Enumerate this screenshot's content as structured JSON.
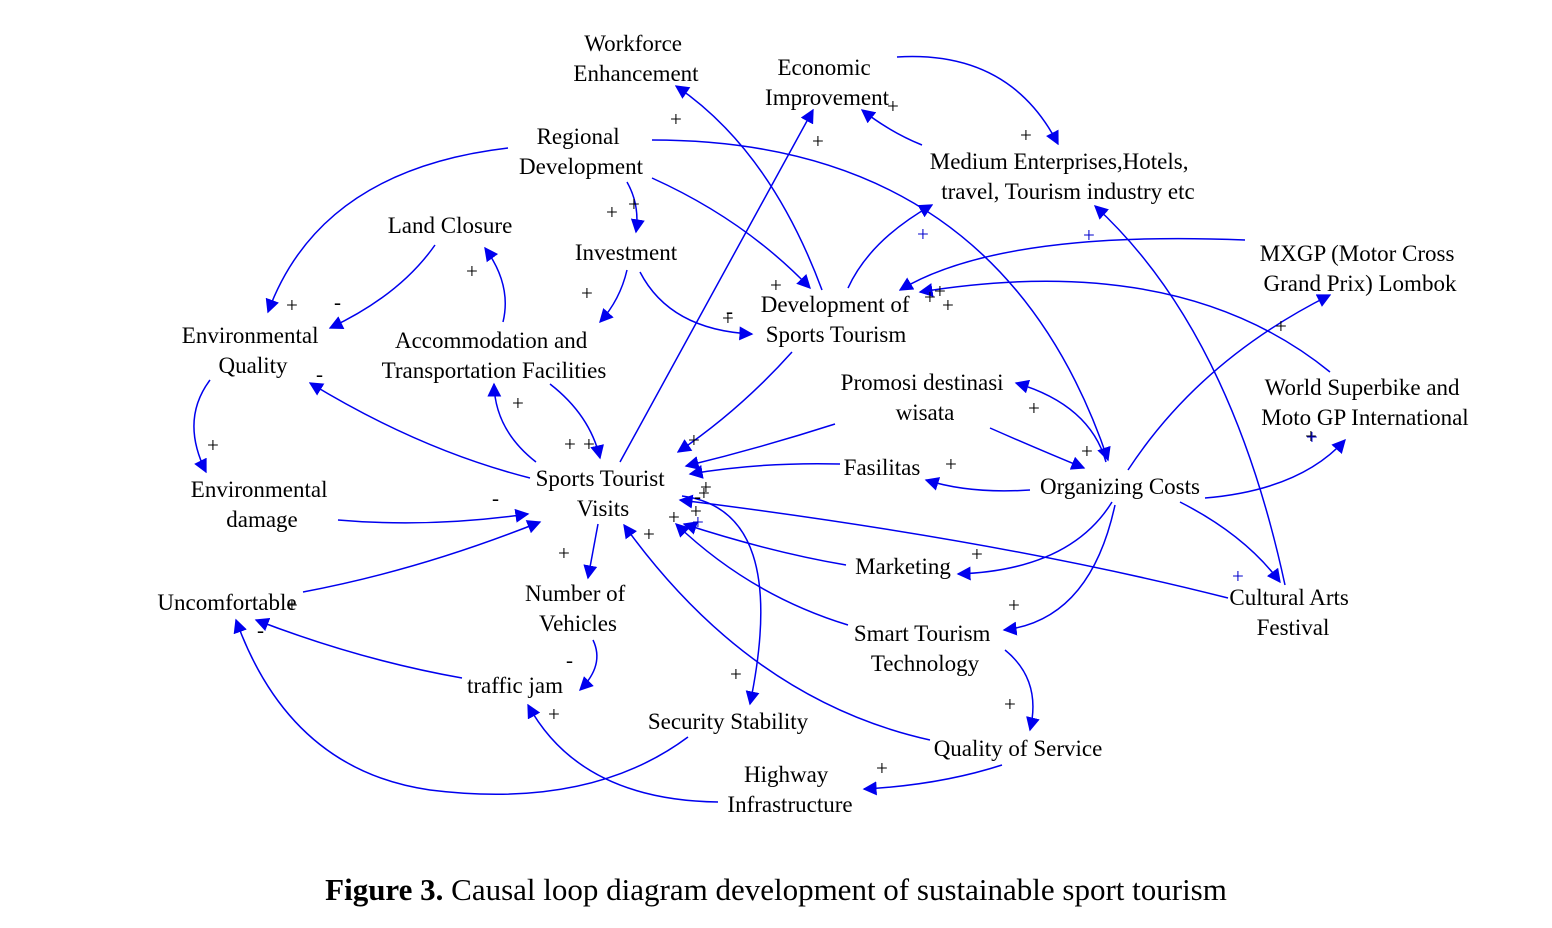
{
  "nodes": {
    "workforce": [
      "Workforce",
      "Enhancement"
    ],
    "economic": [
      "Economic",
      "Improvement"
    ],
    "regional": [
      "Regional",
      "Development"
    ],
    "medium": [
      "Medium Enterprises,Hotels,",
      "travel, Tourism industry etc"
    ],
    "land": [
      "Land Closure"
    ],
    "investment": [
      "Investment"
    ],
    "mxgp": [
      "MXGP (Motor Cross",
      "Grand Prix) Lombok"
    ],
    "devsport": [
      "Development of",
      "Sports Tourism"
    ],
    "envq": [
      "Environmental",
      "Quality"
    ],
    "accom": [
      "Accommodation and",
      "Transportation Facilities"
    ],
    "promosi": [
      "Promosi destinasi",
      "wisata"
    ],
    "wsbk": [
      "World Superbike and",
      "Moto GP International"
    ],
    "fasilitas": [
      "Fasilitas"
    ],
    "visits": [
      "Sports Tourist",
      "Visits"
    ],
    "organizing": [
      "Organizing Costs"
    ],
    "envdmg": [
      "Environmental",
      "damage"
    ],
    "marketing": [
      "Marketing"
    ],
    "cultural": [
      "Cultural Arts",
      "Festival"
    ],
    "uncomfortable": [
      "Uncomfortable"
    ],
    "vehicles": [
      "Number of",
      "Vehicles"
    ],
    "smart": [
      "Smart Tourism",
      "Technology"
    ],
    "traffic": [
      "traffic jam"
    ],
    "security": [
      "Security Stability"
    ],
    "quality": [
      "Quality of Service"
    ],
    "highway": [
      "Highway",
      "Infrastructure"
    ]
  },
  "polarities": [
    {
      "sign": "+",
      "color": "black"
    },
    {
      "sign": "+",
      "color": "black"
    },
    {
      "sign": "+",
      "color": "black"
    },
    {
      "sign": "+",
      "color": "black"
    },
    {
      "sign": "+",
      "color": "black"
    },
    {
      "sign": "+",
      "color": "blue"
    },
    {
      "sign": "+",
      "color": "blue"
    },
    {
      "sign": "+",
      "color": "black"
    },
    {
      "sign": "+",
      "color": "black"
    },
    {
      "sign": "+",
      "color": "black"
    },
    {
      "sign": "+",
      "color": "black"
    },
    {
      "sign": "+",
      "color": "black"
    },
    {
      "sign": "+",
      "color": "black"
    },
    {
      "sign": "+",
      "color": "black"
    },
    {
      "sign": "-",
      "color": "black"
    },
    {
      "sign": "+",
      "color": "black"
    },
    {
      "sign": "+",
      "color": "black"
    },
    {
      "sign": "+",
      "color": "black"
    },
    {
      "sign": "+",
      "color": "black"
    },
    {
      "sign": "+",
      "color": "black"
    },
    {
      "sign": "-",
      "color": "black"
    },
    {
      "sign": "+",
      "color": "black"
    },
    {
      "sign": "+",
      "color": "black"
    },
    {
      "sign": "+",
      "color": "black"
    },
    {
      "sign": "+",
      "color": "black"
    },
    {
      "sign": "+",
      "color": "black"
    },
    {
      "sign": "+",
      "color": "black"
    },
    {
      "sign": "+",
      "color": "blue"
    },
    {
      "sign": "+",
      "color": "black"
    },
    {
      "sign": "+",
      "color": "black"
    },
    {
      "sign": "+",
      "color": "blue"
    },
    {
      "sign": "+",
      "color": "black"
    },
    {
      "sign": "+",
      "color": "black"
    },
    {
      "sign": "-",
      "color": "black"
    },
    {
      "sign": "+",
      "color": "black"
    },
    {
      "sign": "+",
      "color": "blue"
    },
    {
      "sign": "+",
      "color": "black"
    },
    {
      "sign": "+",
      "color": "black"
    },
    {
      "sign": "+",
      "color": "black"
    },
    {
      "sign": "-",
      "color": "black"
    },
    {
      "sign": "+",
      "color": "black"
    },
    {
      "sign": "+",
      "color": "black"
    },
    {
      "sign": "-",
      "color": "black"
    },
    {
      "sign": "-",
      "color": "black"
    },
    {
      "sign": "+",
      "color": "black"
    },
    {
      "sign": "-",
      "color": "black"
    },
    {
      "sign": "+",
      "color": "black"
    },
    {
      "sign": "+",
      "color": "black"
    },
    {
      "sign": "+",
      "color": "black"
    }
  ],
  "colors": {
    "arrow": "#0000ee",
    "text": "#000000"
  },
  "caption": {
    "label": "Figure 3.",
    "text": " Causal loop diagram development of sustainable sport tourism"
  }
}
